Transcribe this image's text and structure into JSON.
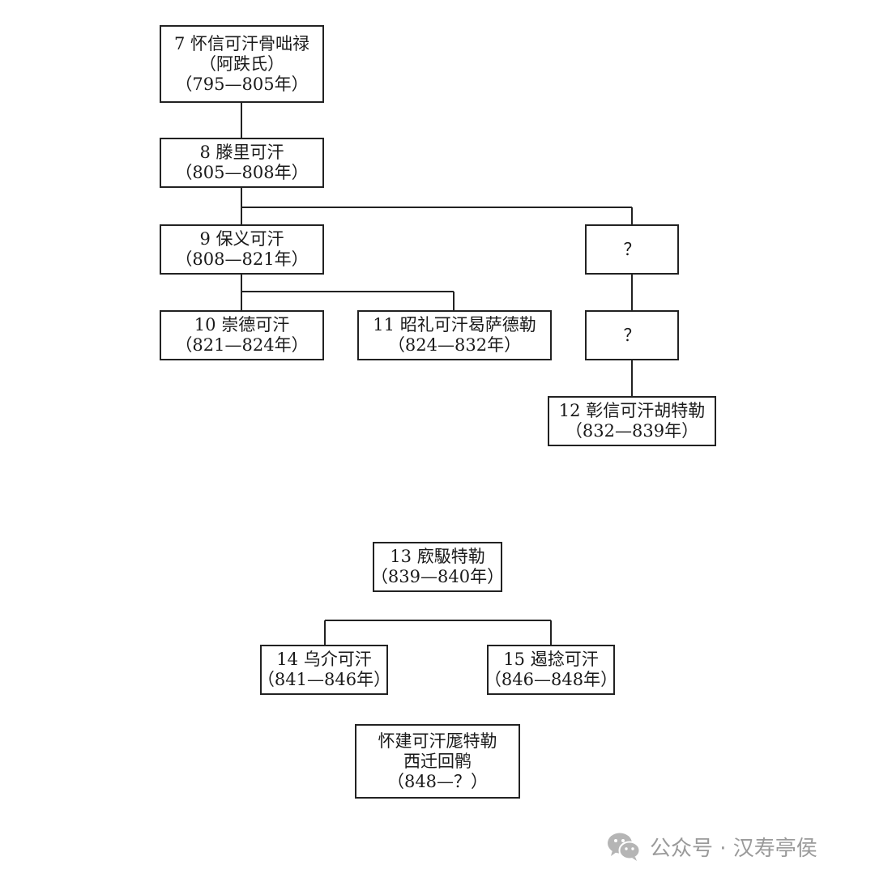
{
  "nodes": {
    "k7": {
      "lines": [
        "7 怀信可汗骨咄禄",
        "（阿跌氏）",
        "（795—805年）"
      ]
    },
    "k8": {
      "lines": [
        "8 滕里可汗",
        "（805—808年）"
      ]
    },
    "k9": {
      "lines": [
        "9 保义可汗",
        "（808—821年）"
      ]
    },
    "q1": {
      "lines": [
        "？"
      ]
    },
    "k10": {
      "lines": [
        "10 崇德可汗",
        "（821—824年）"
      ]
    },
    "k11": {
      "lines": [
        "11 昭礼可汗曷萨德勒",
        "（824—832年）"
      ]
    },
    "q2": {
      "lines": [
        "？"
      ]
    },
    "k12": {
      "lines": [
        "12 彰信可汗胡特勒",
        "（832—839年）"
      ]
    },
    "k13": {
      "lines": [
        "13 𫷷馺特勒",
        "（839—840年）"
      ]
    },
    "k14": {
      "lines": [
        "14 乌介可汗",
        "（841—846年）"
      ]
    },
    "k15": {
      "lines": [
        "15 遏捻可汗",
        "（846—848年）"
      ]
    },
    "kx": {
      "lines": [
        "怀建可汗厖特勒",
        "西迁回鹘",
        "（848—？）"
      ]
    }
  },
  "watermark": {
    "text": "公众号 · 汉寿亭侯",
    "icon": "wechat-icon"
  }
}
